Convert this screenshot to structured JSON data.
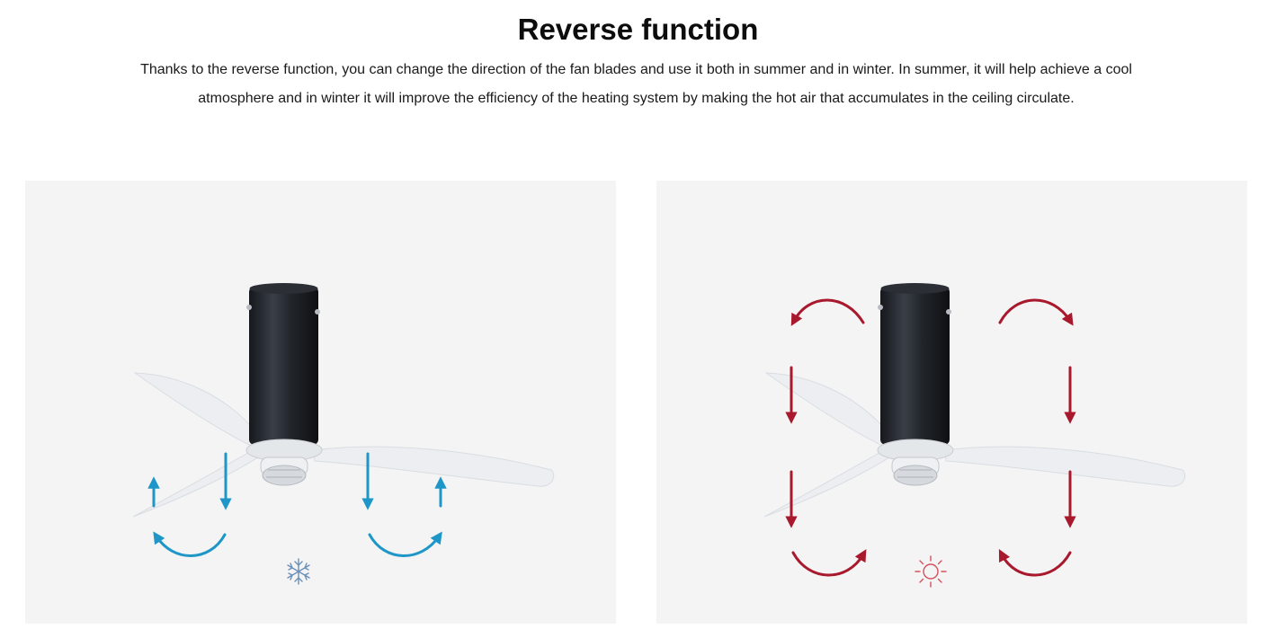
{
  "header": {
    "title": "Reverse function",
    "description": "Thanks to the reverse function, you can change the direction of the fan blades and use it both in summer and in winter. In summer, it will help achieve a cool atmosphere and in winter it will improve the efficiency of the heating system by making the hot air that accumulates in the ceiling circulate."
  },
  "panels": [
    {
      "mode": "summer",
      "icon": "snowflake-icon",
      "arrow_color": "#1e96c8",
      "icon_color": "#6b8fb8"
    },
    {
      "mode": "winter",
      "icon": "sun-icon",
      "arrow_color": "#a8192d",
      "icon_color": "#d6505f"
    }
  ],
  "colors": {
    "fan_body": "#1e2126",
    "blade": "#e9ecef",
    "panel_bg": "#f4f4f4"
  }
}
